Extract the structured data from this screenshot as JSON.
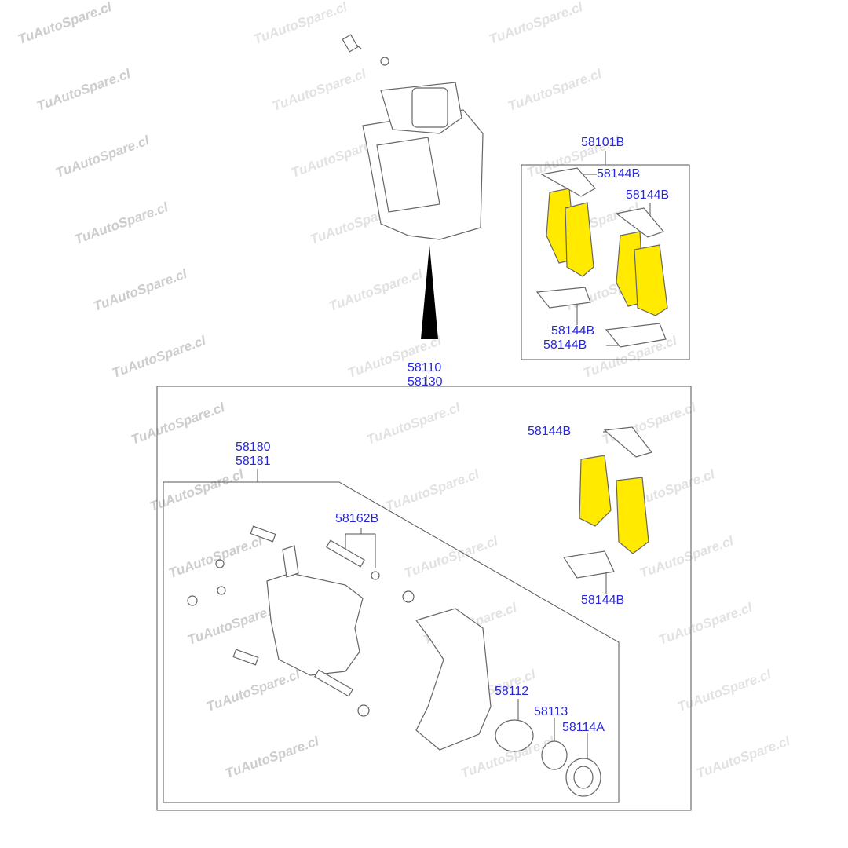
{
  "watermark": "TuAutoSpare.cl",
  "colors": {
    "label": "#2727d6",
    "pad": "#ffea00",
    "line": "#555555"
  },
  "labels": {
    "pad_kit": "58101B",
    "clip_a": "58144B",
    "clip_b": "58144B",
    "clip_c": "58144B",
    "clip_d": "58144B",
    "assy_1": "58110",
    "assy_2": "58130",
    "clip_e": "58144B",
    "clip_f": "58144B",
    "caliper_1": "58180",
    "caliper_2": "58181",
    "guide_pin": "58162B",
    "piston": "58112",
    "piston_seal": "58113",
    "boot": "58114A"
  }
}
